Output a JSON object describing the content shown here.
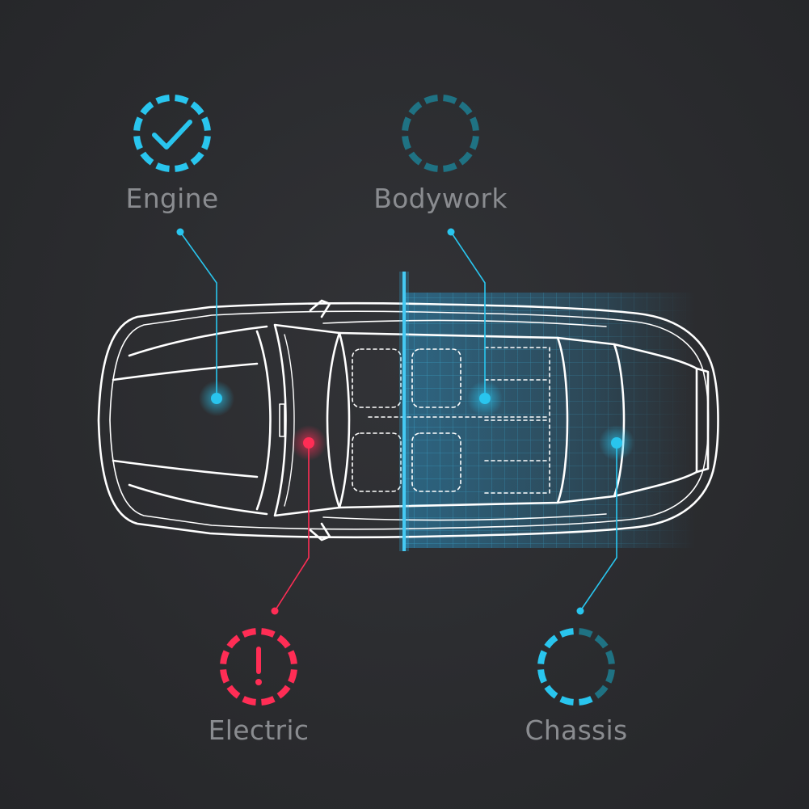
{
  "colors": {
    "ok": "#29c5ee",
    "pending": "#1f7283",
    "error": "#ff2d55",
    "car_line": "#ffffff",
    "scan": "#2fb7e6",
    "label": "#8a8c90"
  },
  "checks": [
    {
      "key": "engine",
      "label": "Engine",
      "status": "ok",
      "icon": "checkmark-icon"
    },
    {
      "key": "bodywork",
      "label": "Bodywork",
      "status": "scanning",
      "icon": ""
    },
    {
      "key": "electric",
      "label": "Electric",
      "status": "error",
      "icon": "exclamation-icon"
    },
    {
      "key": "chassis",
      "label": "Chassis",
      "status": "partial",
      "icon": "",
      "progress": 0.5
    }
  ]
}
